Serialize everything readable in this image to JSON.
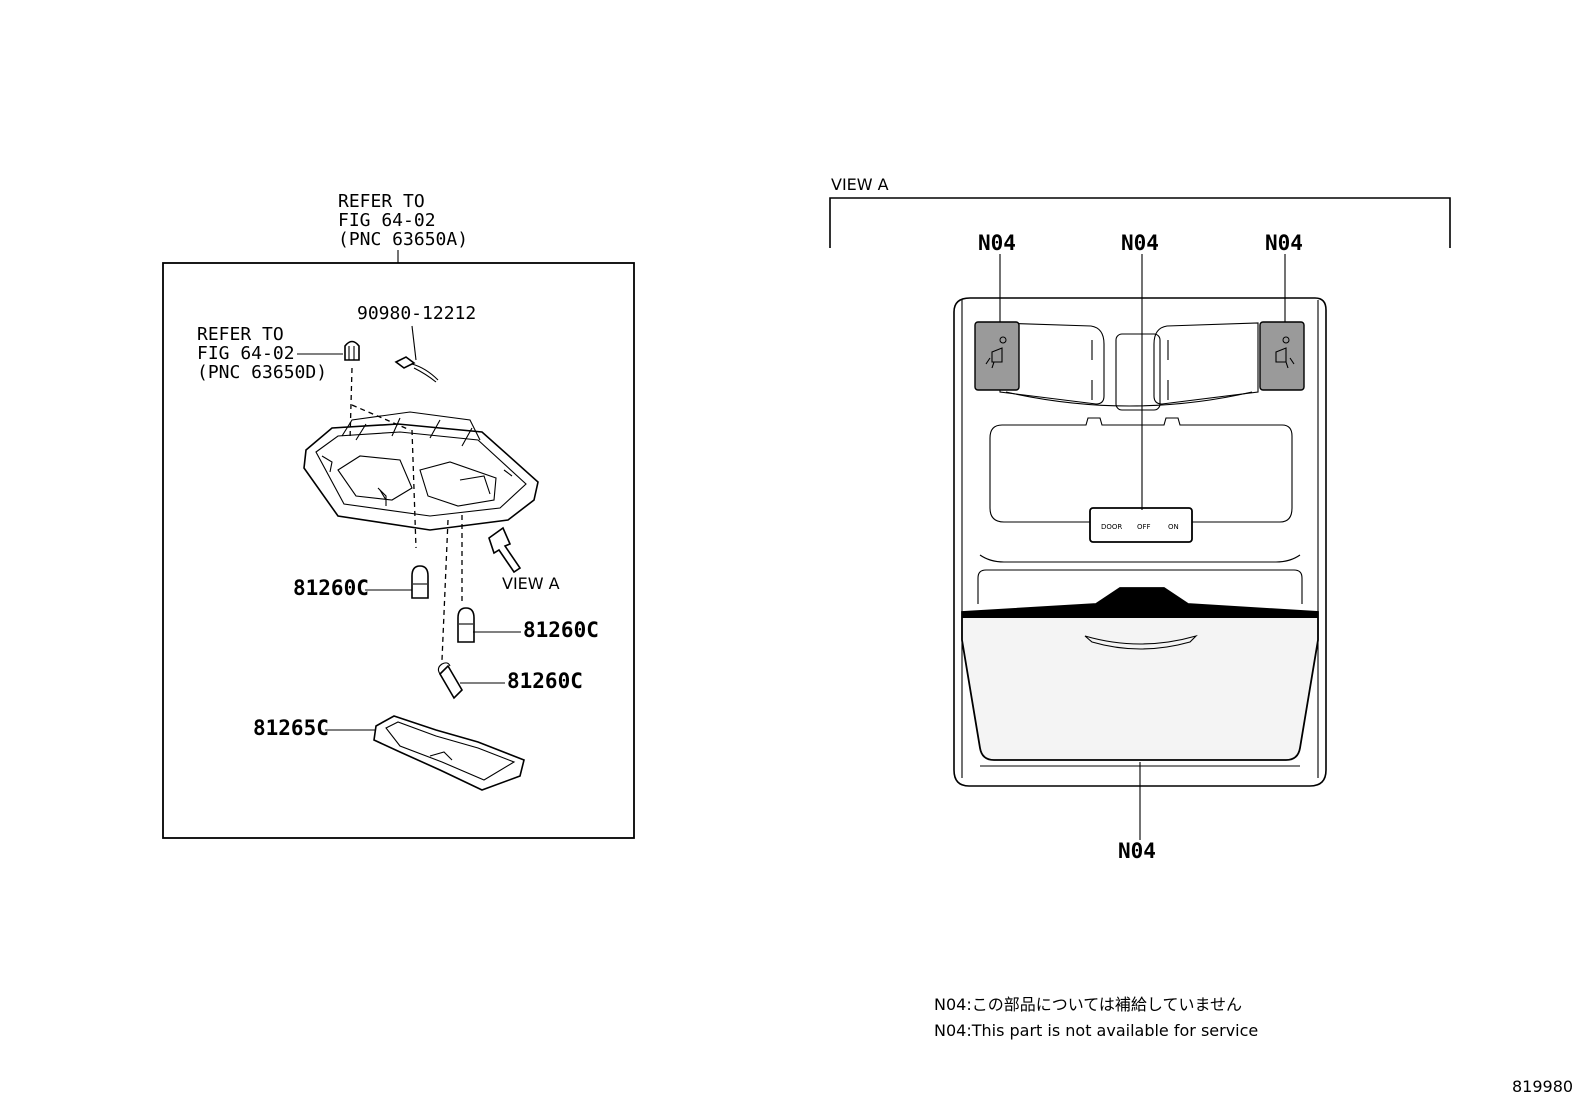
{
  "left": {
    "refer_top": [
      "REFER TO",
      "FIG 64-02",
      "(PNC 63650A)"
    ],
    "refer_mid": [
      "REFER TO",
      "FIG 64-02",
      "(PNC 63650D)"
    ],
    "part_wire": "90980-12212",
    "part_bulb_a": "81260C",
    "part_bulb_b": "81260C",
    "part_bulb_c": "81260C",
    "part_lens": "81265C",
    "view_label": "VIEW A"
  },
  "right": {
    "view_label": "VIEW A",
    "callouts": [
      "N04",
      "N04",
      "N04",
      "N04"
    ],
    "switch_labels": [
      "DOOR",
      "OFF",
      "ON"
    ]
  },
  "notes": {
    "jp": "N04:この部品については補給していません",
    "en": "N04:This part is not available for service"
  },
  "figure_id": "819980"
}
